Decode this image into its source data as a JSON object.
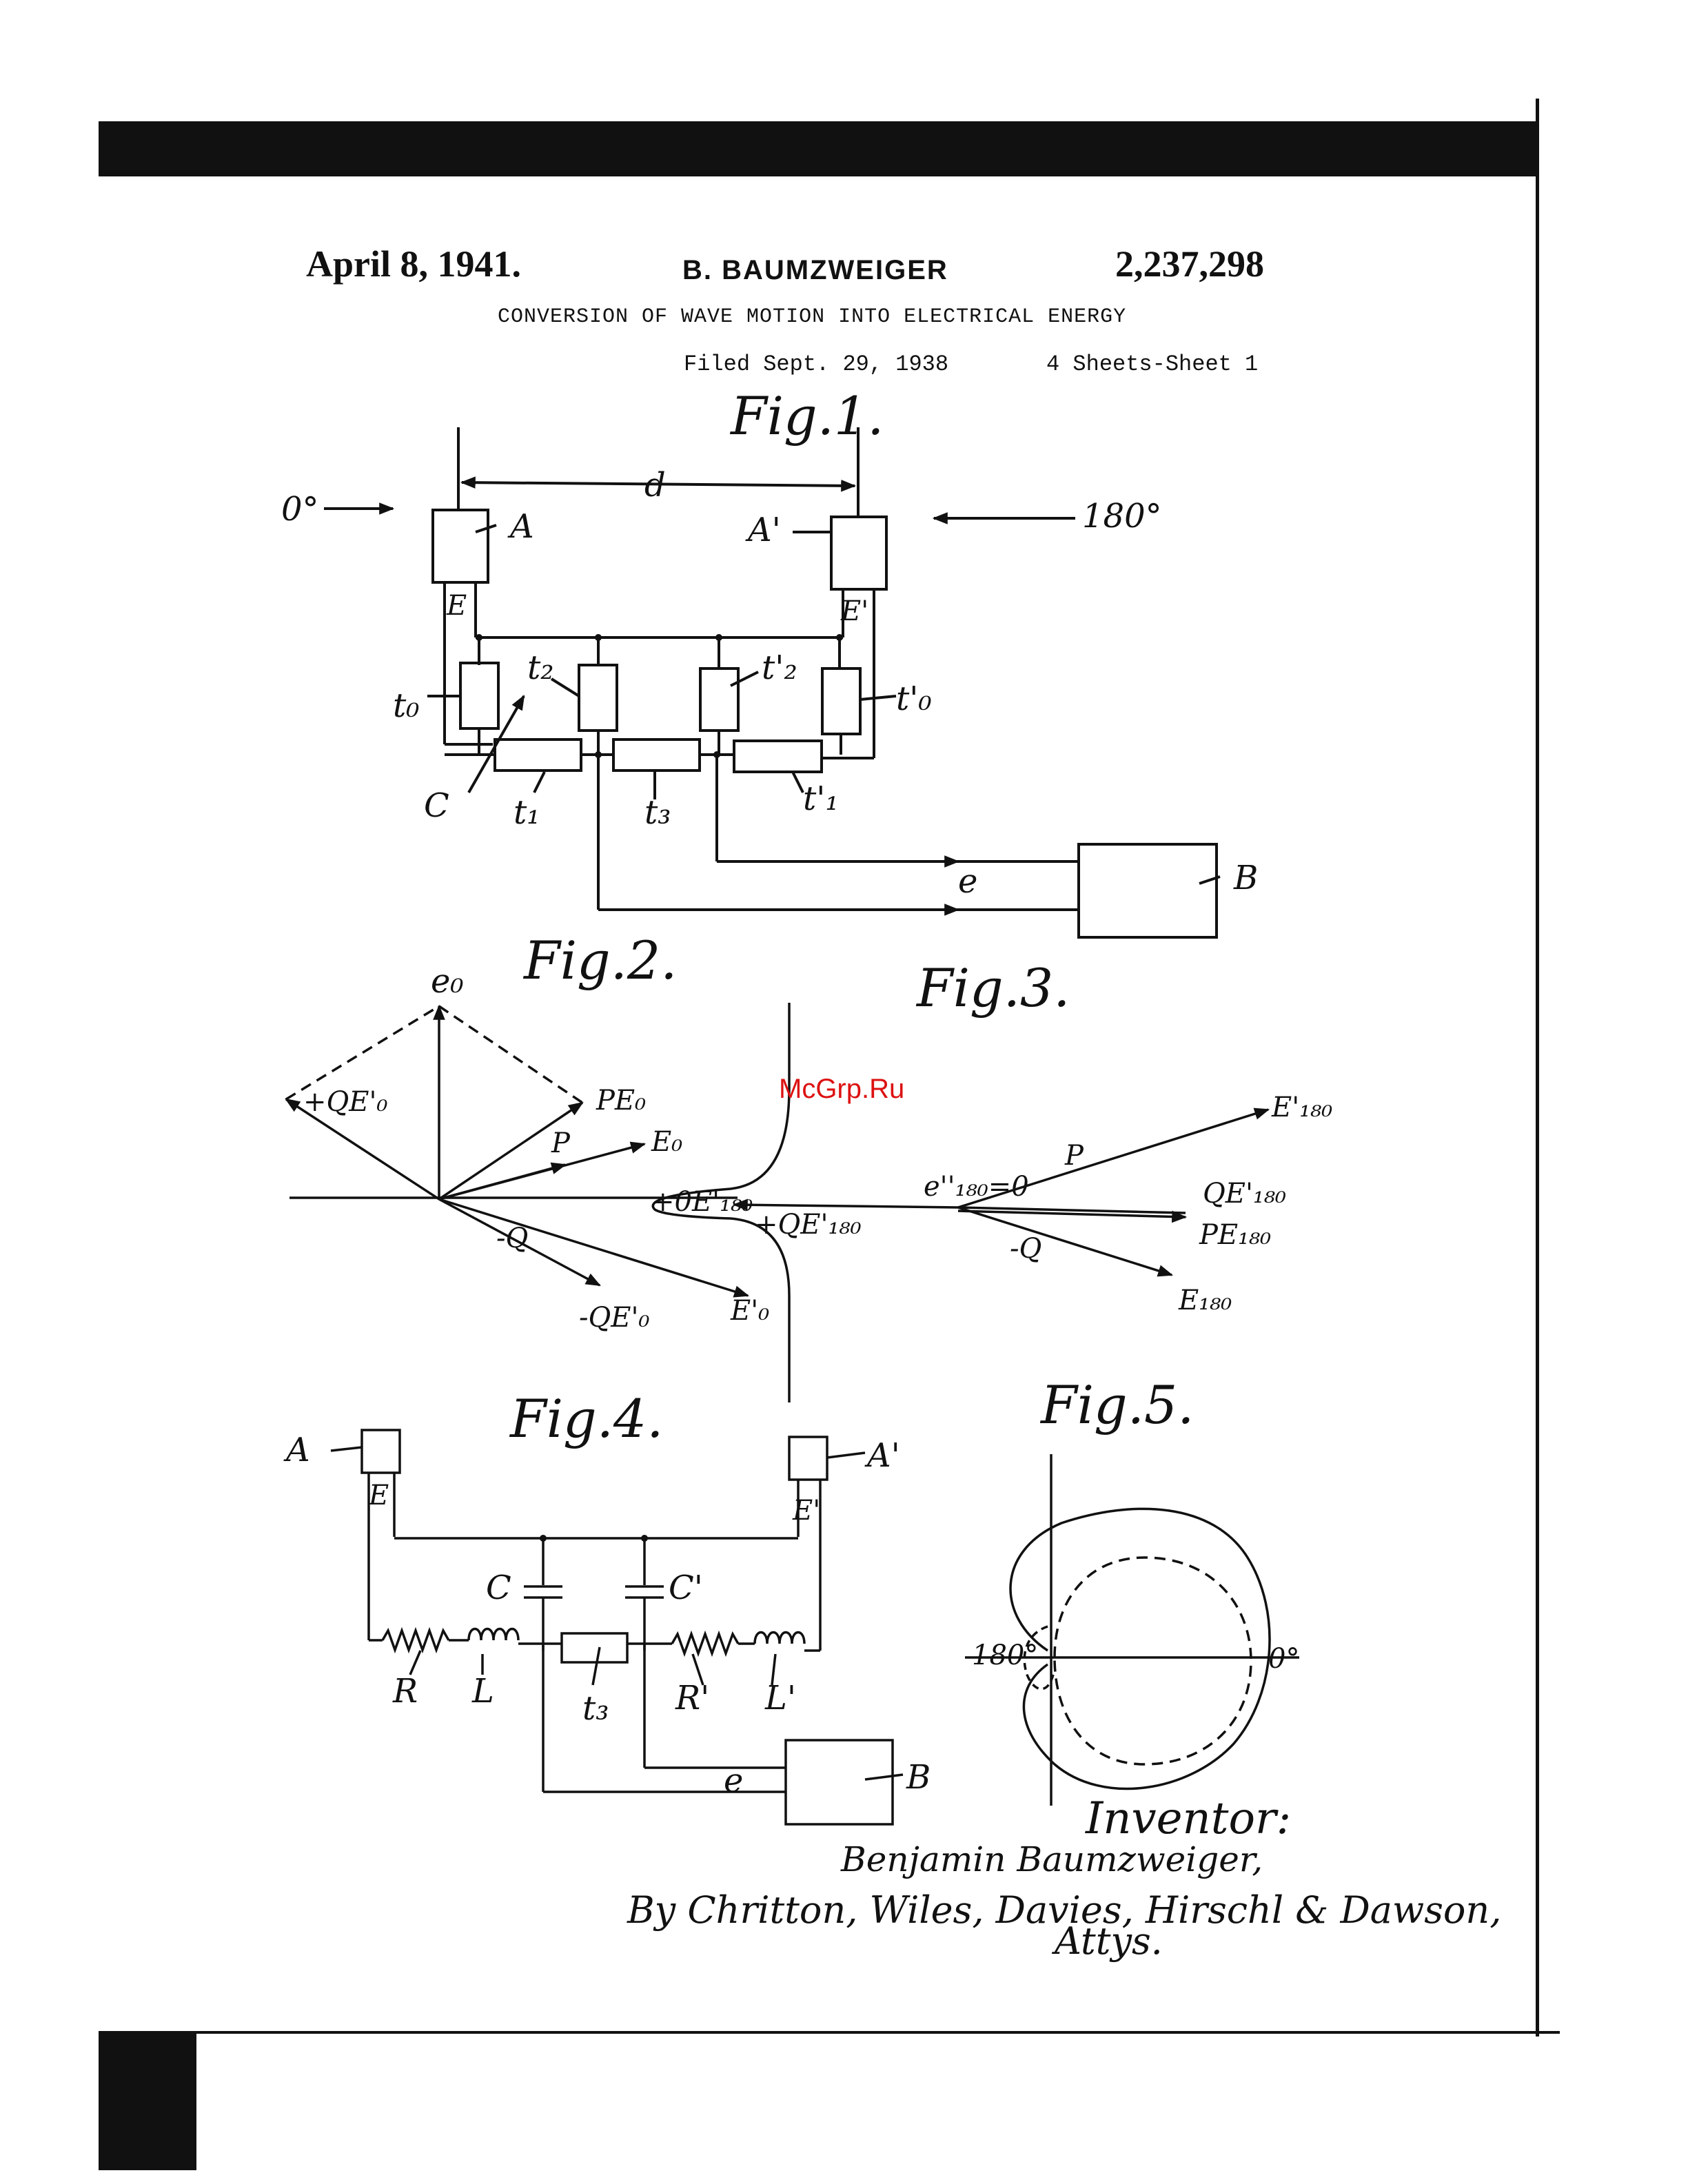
{
  "header": {
    "date": "April 8, 1941.",
    "inventor": "B. BAUMZWEIGER",
    "patent_number": "2,237,298",
    "title": "CONVERSION OF WAVE MOTION INTO ELECTRICAL ENERGY",
    "filed": "Filed Sept. 29, 1938",
    "sheets": "4 Sheets-Sheet 1"
  },
  "watermark": "McGrp.Ru",
  "fig1": {
    "label": "Fig.1.",
    "arrow_left": "0°",
    "arrow_right": "180°",
    "distance": "d",
    "mic_a": "A",
    "mic_a2": "A'",
    "e": "E",
    "e2": "E'",
    "t0": "t₀",
    "t2": "t₂",
    "t2p": "t'₂",
    "t0p": "t'₀",
    "c": "C",
    "t1": "t₁",
    "t3": "t₃",
    "t1p": "t'₁",
    "e_signal": "e",
    "b": "B"
  },
  "fig2": {
    "label": "Fig.2.",
    "e0": "e₀",
    "qe0": "+QE'₀",
    "pe0": "PE₀",
    "p": "P",
    "E0": "E₀",
    "q": "-Q",
    "mqe0": "-QE'₀",
    "e0p": "E'₀"
  },
  "fig3": {
    "label": "Fig.3.",
    "zero_e": "+0E'₁₈₀",
    "qe180": "+QE'₁₈₀",
    "e180_zero": "e''₁₈₀=0",
    "p": "P",
    "e180p": "E'₁₈₀",
    "qe180b": "QE'₁₈₀",
    "pe180": "PE₁₈₀",
    "q": "-Q",
    "e180": "E₁₈₀"
  },
  "fig4": {
    "label": "Fig.4.",
    "a": "A",
    "a2": "A'",
    "e": "E",
    "e2": "E'",
    "c": "C",
    "c2": "C'",
    "r": "R",
    "l": "L",
    "t3": "t₃",
    "r2": "R'",
    "l2": "L'",
    "e_signal": "e",
    "b": "B"
  },
  "fig5": {
    "label": "Fig.5.",
    "deg180": "180°",
    "deg0": "0°"
  },
  "signature": {
    "inventor_heading": "Inventor:",
    "name": "Benjamin Baumzweiger,",
    "attorneys": "By Chritton, Wiles, Davies, Hirschl & Dawson,",
    "atty": "Attys."
  }
}
